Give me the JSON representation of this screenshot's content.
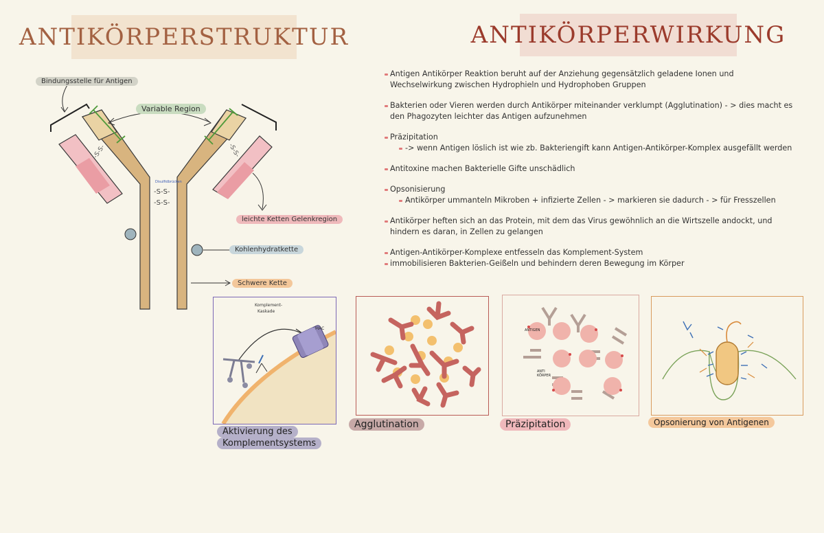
{
  "titles": {
    "structure": "ANTIKÖRPERSTRUKTUR",
    "action": "ANTIKÖRPERWIRKUNG"
  },
  "diagram_labels": {
    "binding_site": "Bindungsstelle für Antigen",
    "variable_region": "Variable Region",
    "light_chains": "leichte Ketten Gelenkregion",
    "carbohydrate_chain": "Kohlenhydratkette",
    "heavy_chain": "Schwere Kette",
    "disulfide": "-S-S-",
    "disulfide_small": "Disulfidbrücken"
  },
  "notes": [
    {
      "text": "Antigen Antikörper Reaktion beruht auf der Anziehung gegensätzlich geladene Ionen und Wechselwirkung zwischen Hydrophieln und Hydrophoben Gruppen"
    },
    {
      "text": "Bakterien oder Vieren  werden durch Antikörper miteinander verklumpt (Agglutination) - > dies macht es den Phagozyten leichter das Antigen aufzunehmen"
    },
    {
      "text": "Präzipitation",
      "sub": "-> wenn Antigen löslich ist wie zb. Bakteriengift kann Antigen-Antikörper-Komplex ausgefällt werden"
    },
    {
      "text": "Antitoxine machen Bakterielle Gifte unschädlich"
    },
    {
      "text": "Opsonisierung",
      "sub": "Antikörper ummanteln Mikroben + infizierte Zellen - > markieren sie dadurch - > für Fresszellen"
    },
    {
      "text": "Antikörper heften sich an das Protein, mit dem das Virus gewöhnlich an die Wirtszelle andockt, und hindern es daran, in Zellen zu gelangen"
    },
    {
      "text": "Antigen-Antikörper-Komplexe entfesseln das Komplement-System"
    },
    {
      "text": "immobilisieren Bakterien-Geißeln und behindern deren Bewegung im Körper"
    }
  ],
  "panels": {
    "complement": {
      "caption_line1": "Aktivierung des",
      "caption_line2": "Komplementsystems",
      "label_cascade_1": "Komplement-",
      "label_cascade_2": "Kaskade",
      "label_mac": "MAC",
      "border": "#7b68b5"
    },
    "agglutination": {
      "caption": "Agglutination",
      "border": "#b85a55"
    },
    "precipitation": {
      "caption": "Präzipitation",
      "label_antigen": "ANTIGEN",
      "label_antibody_1": "ANTI",
      "label_antibody_2": "KÖRPER",
      "border": "#d9a9a0"
    },
    "opsonization": {
      "caption": "Opsonierung von Antigenen",
      "border": "#d89a5c"
    }
  },
  "colors": {
    "heavy_chain": "#d8b47f",
    "light_chain": "#f2c0c4",
    "accent_pink": "#e07a7a",
    "variable_green": "#4f9a3a"
  }
}
